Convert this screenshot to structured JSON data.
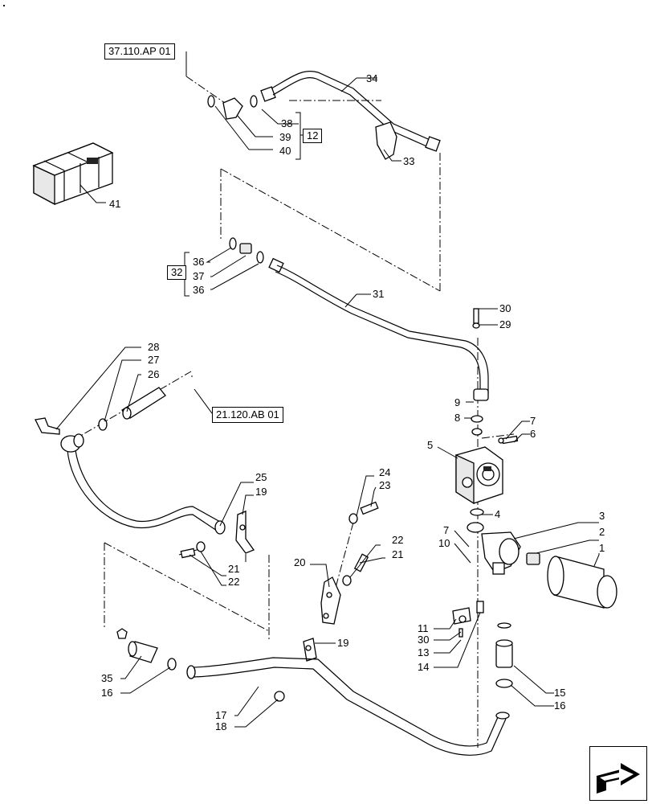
{
  "reference_boxes": {
    "ref_top": "37.110.AP 01",
    "ref_mid": "21.120.AB 01"
  },
  "group_boxes": {
    "group_12": "12",
    "group_32": "32"
  },
  "callouts": {
    "c34": "34",
    "c33": "33",
    "c38": "38",
    "c39": "39",
    "c40": "40",
    "c41": "41",
    "c36a": "36",
    "c37": "37",
    "c36b": "36",
    "c31": "31",
    "c30a": "30",
    "c29": "29",
    "c9": "9",
    "c8": "8",
    "c7a": "7",
    "c6": "6",
    "c5": "5",
    "c4": "4",
    "c3": "3",
    "c2": "2",
    "c1": "1",
    "c7b": "7",
    "c10": "10",
    "c11": "11",
    "c30b": "30",
    "c13": "13",
    "c14": "14",
    "c15": "15",
    "c16a": "16",
    "c28": "28",
    "c27": "27",
    "c26": "26",
    "c25": "25",
    "c19a": "19",
    "c21a": "21",
    "c22a": "22",
    "c24": "24",
    "c23": "23",
    "c22b": "22",
    "c21b": "21",
    "c20": "20",
    "c19b": "19",
    "c35": "35",
    "c16b": "16",
    "c17": "17",
    "c18": "18"
  },
  "icons": {
    "nav": "arrow-next-icon",
    "kit_box": "shipping-crate-icon"
  }
}
